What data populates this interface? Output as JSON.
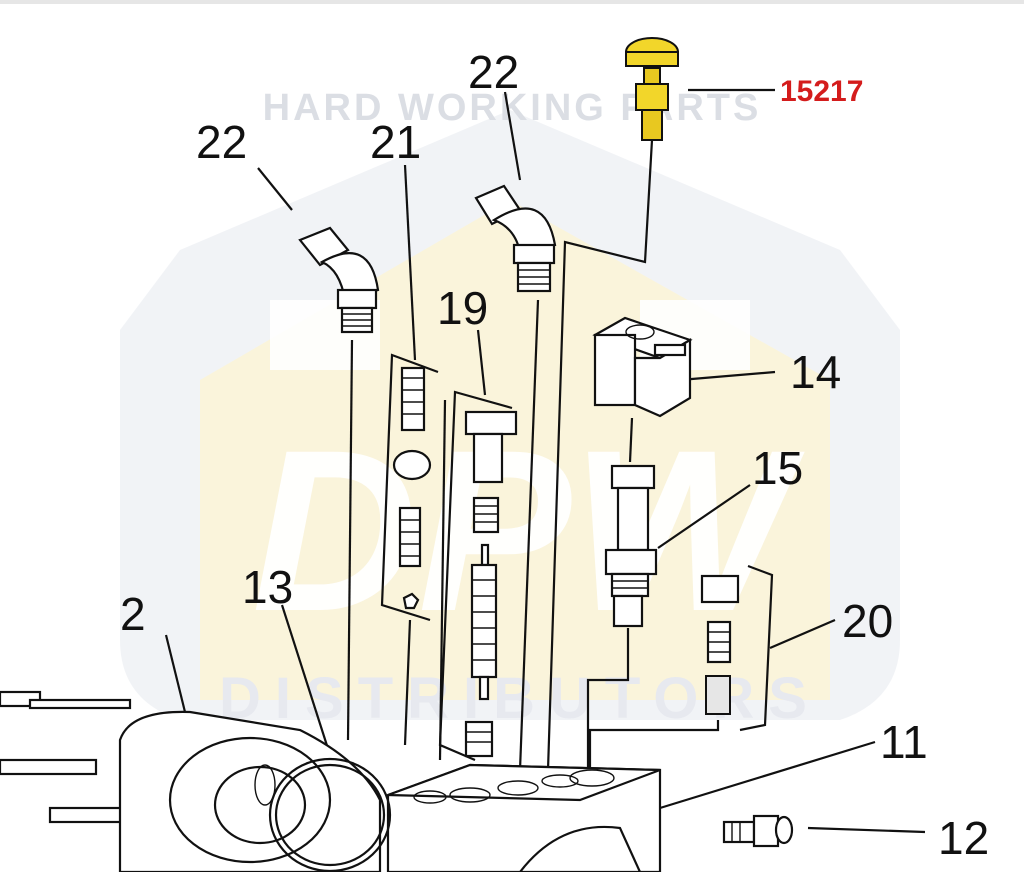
{
  "diagram": {
    "callouts": {
      "c22a": "22",
      "c22b": "22",
      "c21": "21",
      "c19": "19",
      "c14": "14",
      "c15": "15",
      "c20": "20",
      "c2": "2",
      "c13": "13",
      "c11": "11",
      "c12": "12"
    },
    "highlight": {
      "part_number": "15217",
      "color": "#d41c1c",
      "part_color": "#f2d62a"
    },
    "watermark": {
      "arc_text": "HARD WORKING PARTS",
      "brand": "DPW",
      "tagline": "DISTRIBUTORS",
      "shield_color": "#dfe2ea",
      "accent_color": "#fbf0c6"
    }
  }
}
